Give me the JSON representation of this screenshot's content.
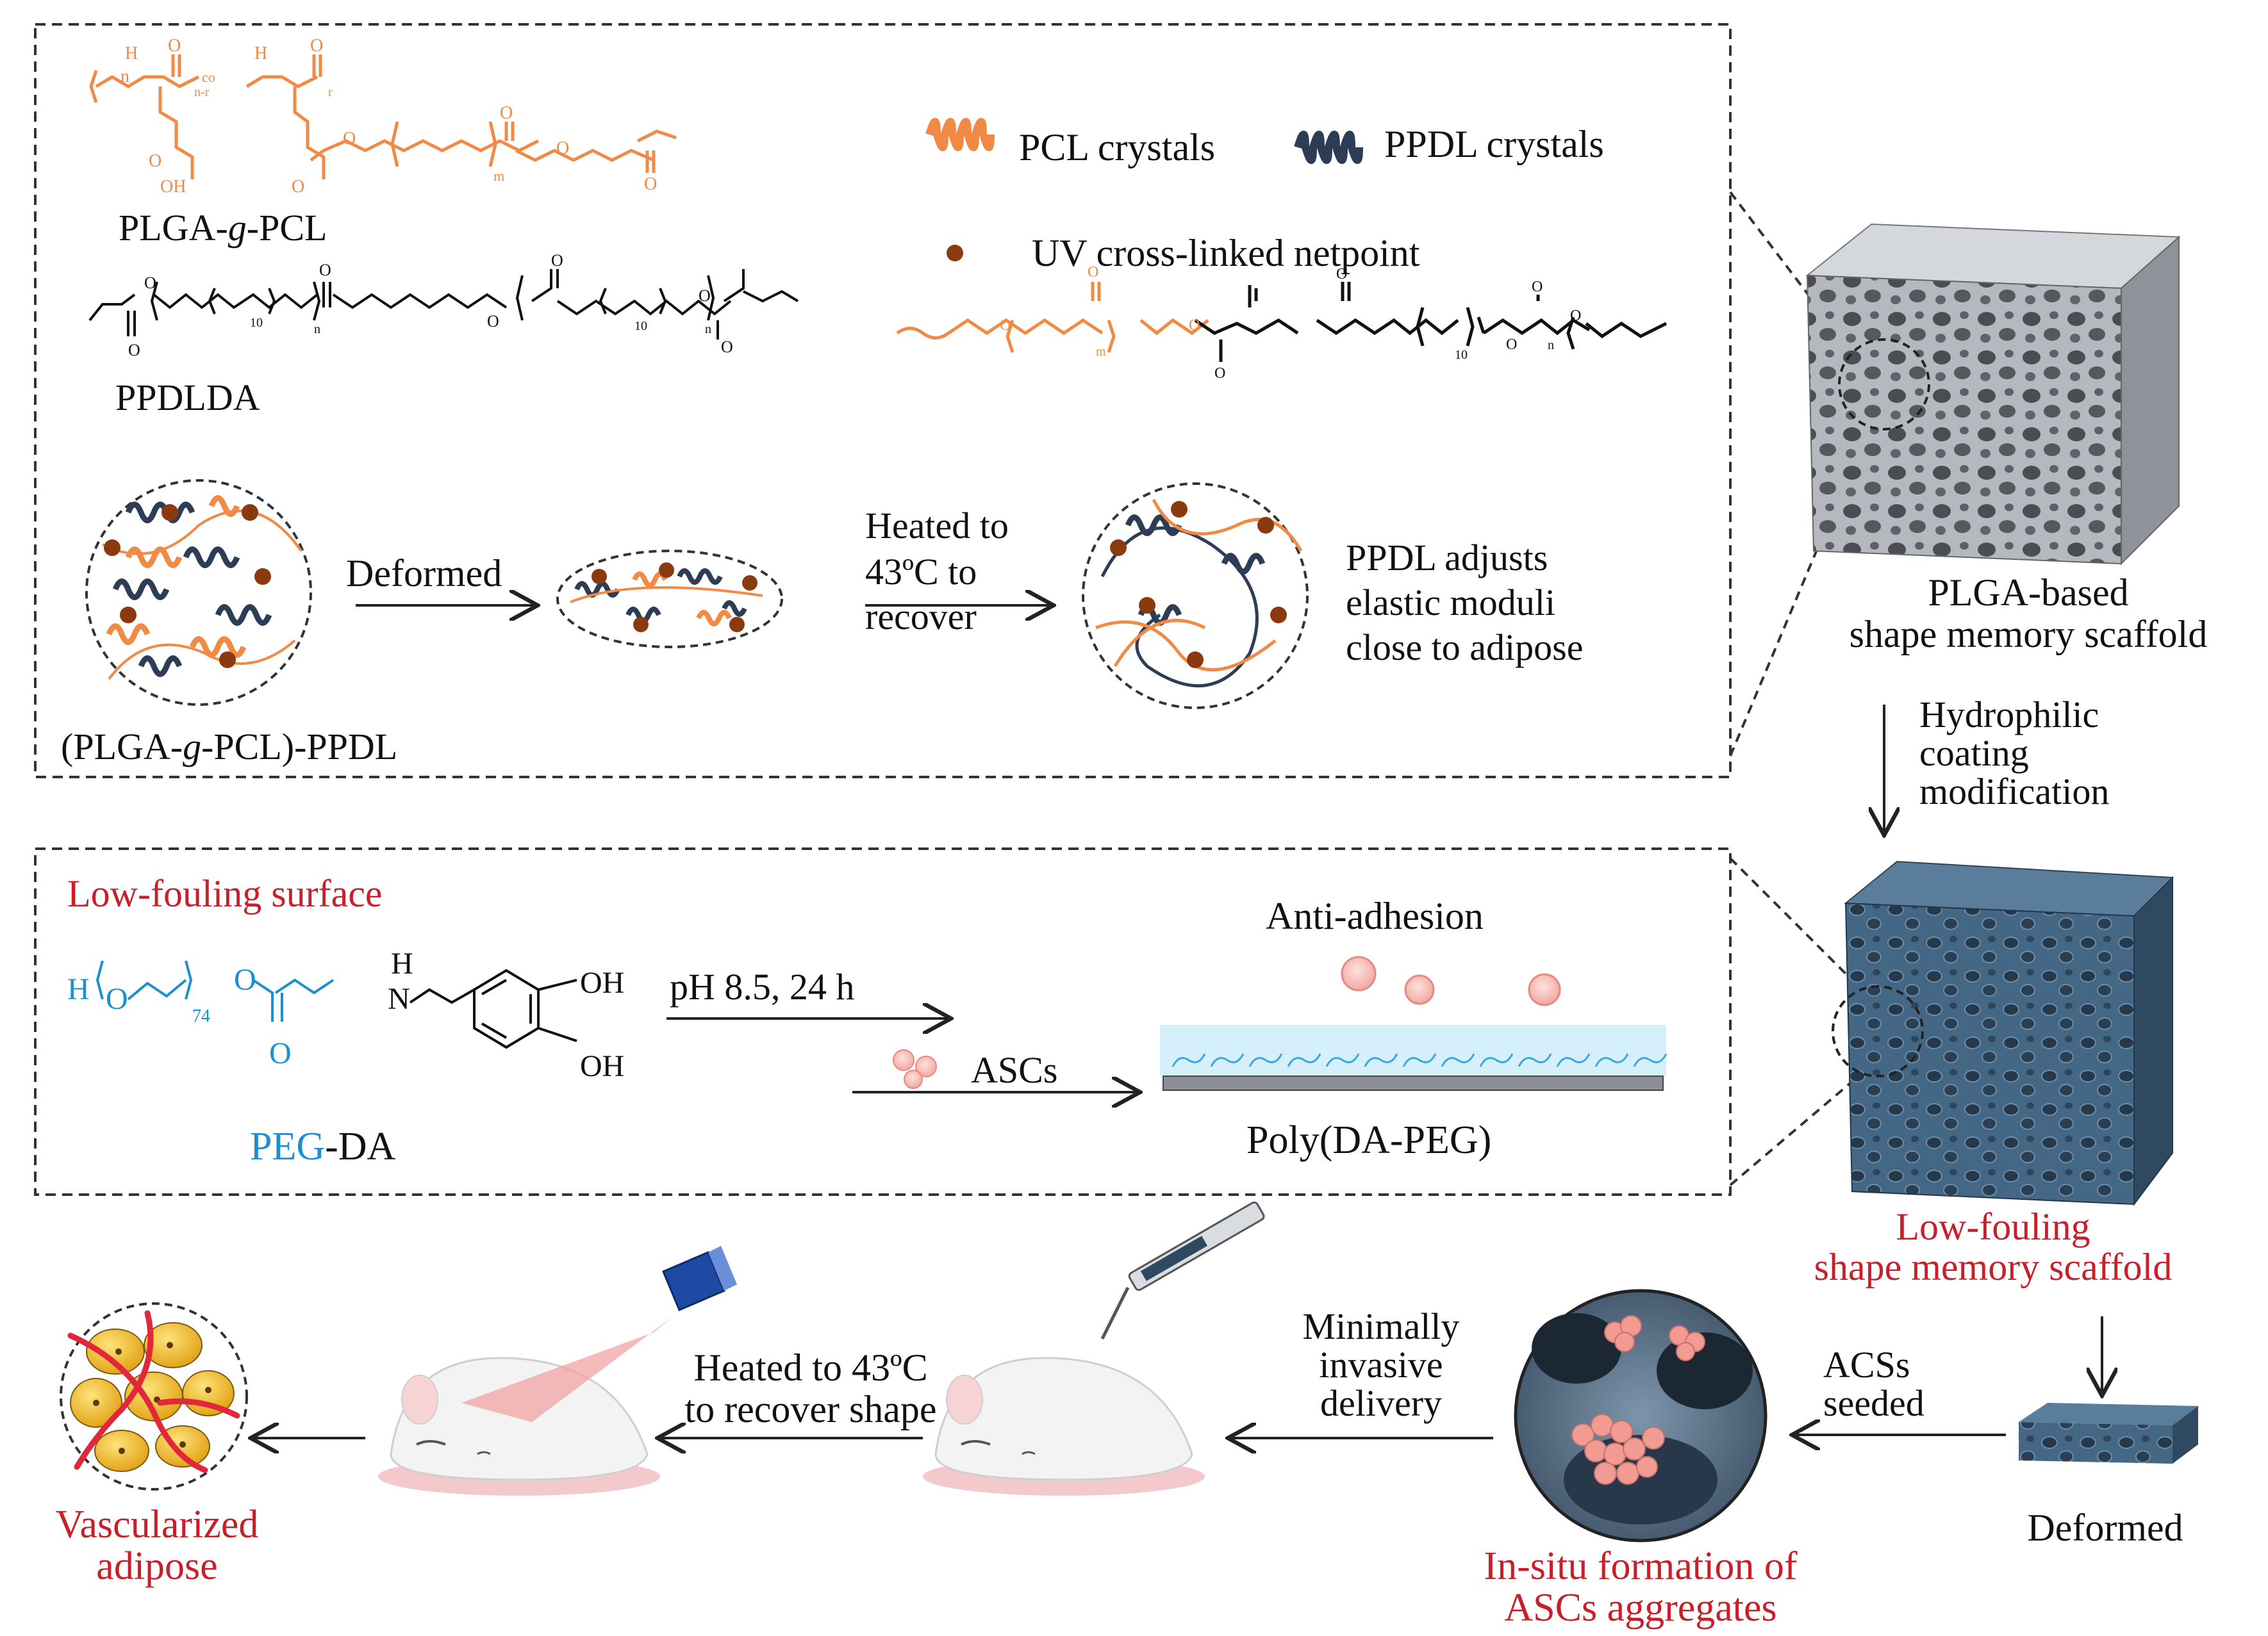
{
  "colors": {
    "orange": "#f08a45",
    "navy": "#2c3d55",
    "red": "#c8202b",
    "blue": "#1a8fd1",
    "grey_scaffold": "#a9adb3",
    "blue_scaffold": "#3f5f7a",
    "netpoint": "#8b3a10"
  },
  "top_panel": {
    "plga_label_pre": "PLGA-",
    "plga_label_g": "g",
    "plga_label_post": "-PCL",
    "ppdlda_label": "PPDLDA",
    "legend_pcl": "PCL crystals",
    "legend_ppdl": "PPDL crystals",
    "legend_netpoint": "UV cross-linked netpoint",
    "composite_label_pre": "(PLGA-",
    "composite_label_g": "g",
    "composite_label_post": "-PCL)-PPDL",
    "arrow_deformed": "Deformed",
    "heated_line1": "Heated to",
    "heated_line2": "43ºC to",
    "heated_line3": "recover",
    "ppdl_note_line1": "PPDL adjusts",
    "ppdl_note_line2": "elastic moduli",
    "ppdl_note_line3": "close to adipose",
    "chem": {
      "h": "H",
      "o": "O",
      "oh": "OH",
      "co": "co",
      "n_r": "n-r",
      "r": "r",
      "m": "m",
      "n": "n",
      "ten": "10"
    }
  },
  "right_column": {
    "scaffold1_line1": "PLGA-based",
    "scaffold1_line2": "shape memory scaffold",
    "coating_line1": "Hydrophilic",
    "coating_line2": "coating",
    "coating_line3": "modification",
    "scaffold2_line1": "Low-fouling",
    "scaffold2_line2": "shape memory scaffold",
    "deformed": "Deformed"
  },
  "middle_panel": {
    "title": "Low-fouling surface",
    "peg": "PEG",
    "da": "-DA",
    "condition": "pH 8.5, 24 h",
    "ascs": "ASCs",
    "anti_adhesion": "Anti-adhesion",
    "poly_label": "Poly(DA-PEG)",
    "chem": {
      "h": "H",
      "o": "O",
      "n74": "74",
      "nh": "H",
      "n": "N",
      "oh": "OH"
    }
  },
  "bottom_row": {
    "vascularized_line1": "Vascularized",
    "vascularized_line2": "adipose",
    "heated_line1": "Heated to 43ºC",
    "heated_line2": "to recover shape",
    "minimally_line1": "Minimally",
    "minimally_line2": "invasive",
    "minimally_line3": "delivery",
    "insitu_line1": "In-situ formation of",
    "insitu_line2": "ASCs aggregates",
    "seeded_line1": "ACSs",
    "seeded_line2": "seeded"
  }
}
